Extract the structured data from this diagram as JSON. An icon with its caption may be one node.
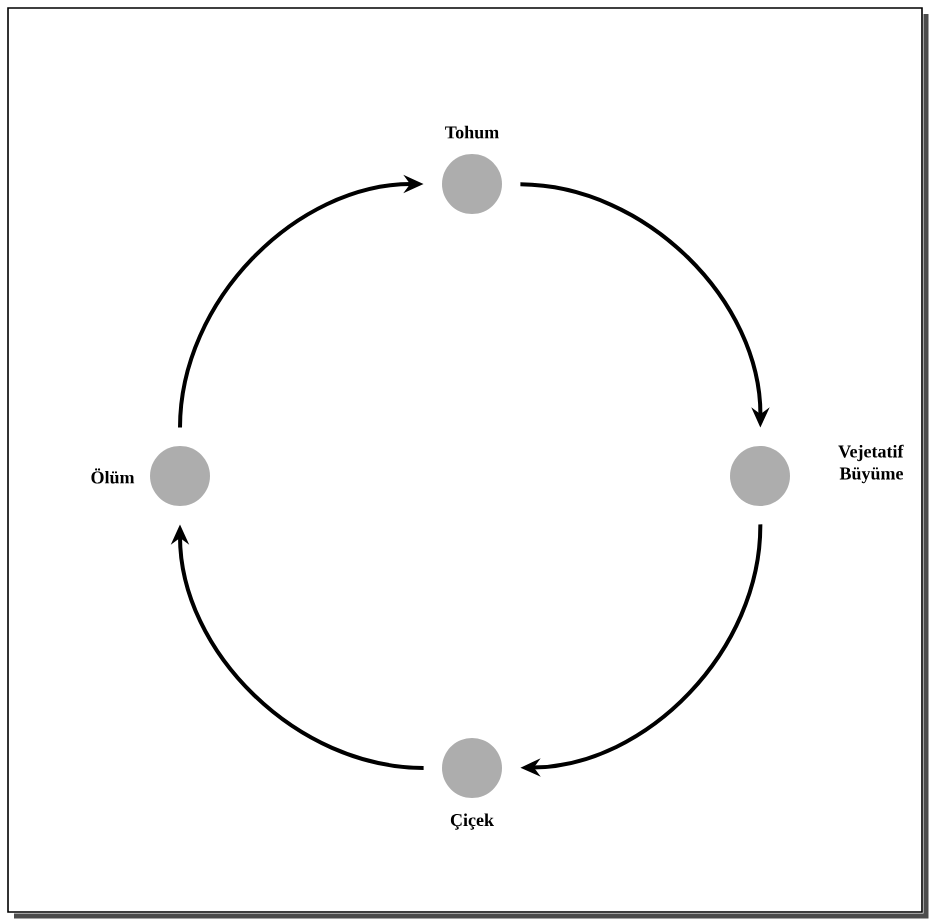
{
  "diagram": {
    "nodes": [
      {
        "text": [
          "Tohum"
        ]
      },
      {
        "text": [
          "Vejetatif Büyüme"
        ]
      },
      {
        "text": [
          "Çiçek"
        ]
      },
      {
        "text": [
          "Ölüm"
        ]
      }
    ],
    "edges": [
      {
        "from": 0,
        "to": 1,
        "arrow": "to"
      },
      {
        "from": 1,
        "to": 2,
        "arrow": "to"
      },
      {
        "from": 2,
        "to": 3,
        "arrow": "to"
      },
      {
        "from": 3,
        "to": 0,
        "arrow": "to"
      }
    ]
  }
}
